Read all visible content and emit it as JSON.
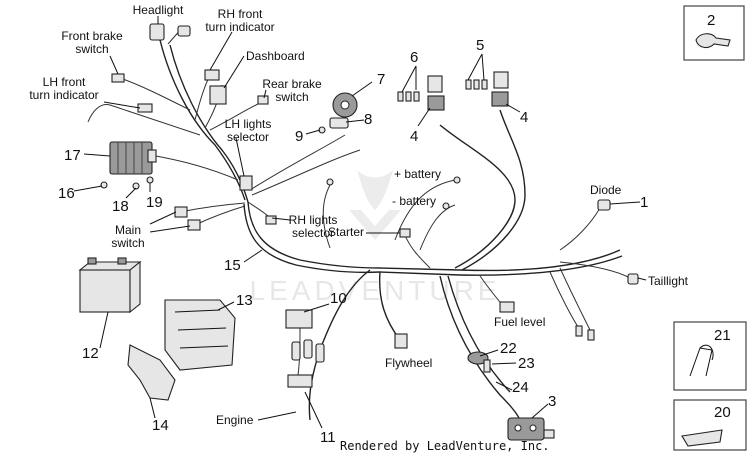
{
  "labels": {
    "headlight": "Headlight",
    "rh_front_indicator": "RH front\nturn indicator",
    "front_brake_switch": "Front brake\nswitch",
    "dashboard": "Dashboard",
    "rear_brake_switch": "Rear brake\nswitch",
    "lh_front_indicator": "LH front\nturn indicator",
    "lh_lights_selector": "LH lights\nselector",
    "rh_lights_selector": "RH lights\nselector",
    "main_switch": "Main\nswitch",
    "battery_pos": "+ battery",
    "battery_neg": "- battery",
    "starter": "Starter",
    "diode": "Diode",
    "taillight": "Taillight",
    "fuel_level": "Fuel level",
    "flywheel": "Flywheel",
    "engine": "Engine"
  },
  "callouts": [
    "1",
    "2",
    "3",
    "4",
    "4",
    "5",
    "6",
    "7",
    "8",
    "9",
    "10",
    "11",
    "12",
    "13",
    "14",
    "15",
    "16",
    "17",
    "18",
    "19",
    "20",
    "21",
    "22",
    "23",
    "24"
  ],
  "watermark": "LEADVENTURE",
  "credit": "Rendered by LeadVenture, Inc."
}
